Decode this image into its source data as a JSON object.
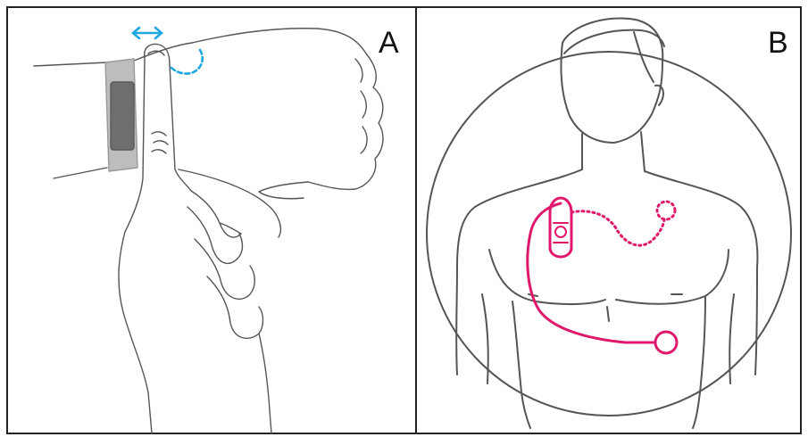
{
  "panels": [
    {
      "label": "A"
    },
    {
      "label": "B"
    }
  ],
  "colors": {
    "frame": "#222222",
    "line_art": "#555555",
    "band": "#bdbdbd",
    "band_screen": "#6e6e6e",
    "arrow": "#1ea7e1",
    "device": "#e0186c"
  },
  "icons": {
    "panel_a": "finger-on-wrist-pulse-illustration",
    "panel_b": "chest-patch-ecg-illustration"
  }
}
